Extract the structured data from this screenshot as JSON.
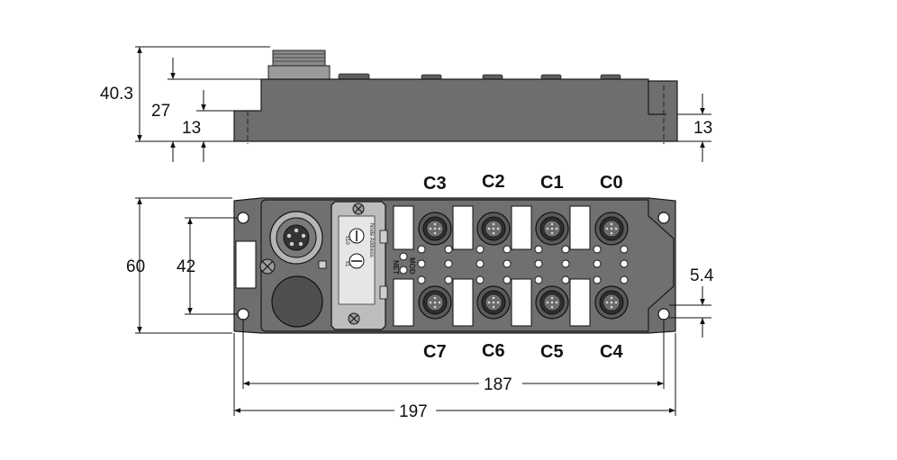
{
  "dimensions": {
    "height_total": "40.3",
    "height_body": "27",
    "height_flange_left": "13",
    "height_flange_right": "13",
    "width_total": "60",
    "hole_spacing_vertical": "42",
    "hole_offset": "5.4",
    "hole_spacing_horizontal": "187",
    "length_total": "197"
  },
  "channels": {
    "top": [
      "C3",
      "C2",
      "C1",
      "C0"
    ],
    "bottom": [
      "C7",
      "C6",
      "C5",
      "C4"
    ]
  },
  "panel": {
    "net_label": "NET",
    "mod_label": "MOD",
    "address_label": "Node Address",
    "rotary_x10": "x10",
    "rotary_x1": "x1"
  },
  "colors": {
    "housing": "#6e6e6e",
    "housing_dark": "#4a4a4a",
    "outline": "#1a1a1a",
    "label_field": "#ffffff",
    "panel_light": "#bdbdbd"
  }
}
